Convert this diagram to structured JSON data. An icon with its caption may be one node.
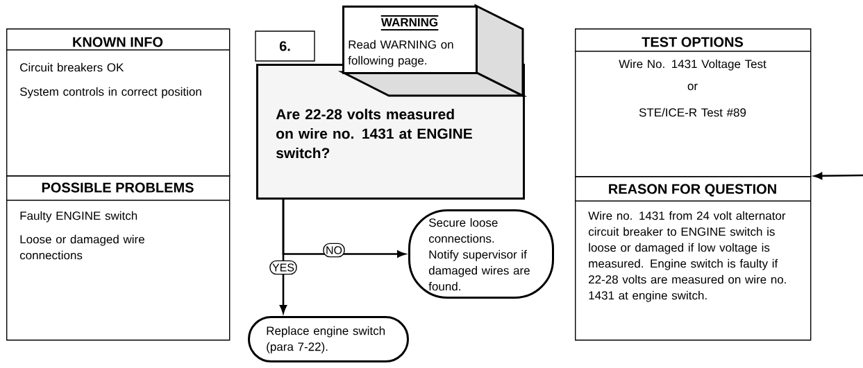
{
  "diagram": {
    "nodes": [
      {
        "text": [
          "KNOWN INFO",
          "Circuit breakers OK",
          "System controls in correct position"
        ]
      },
      {
        "text": [
          "POSSIBLE PROBLEMS",
          "Faulty ENGINE switch",
          "Loose or damaged wire connections"
        ]
      },
      {
        "text": [
          "6."
        ]
      },
      {
        "text": [
          "Are 22-28 volts measured on wire no. 1431 at ENGINE switch?"
        ]
      },
      {
        "text": [
          "WARNING",
          "Read WARNING on following page."
        ]
      },
      {
        "text": [
          "Secure loose connections. Notify supervisor if damaged wires are found."
        ]
      },
      {
        "text": [
          "Replace engine switch (para 7-22)."
        ]
      },
      {
        "text": [
          "TEST OPTIONS",
          "Wire No. 1431 Voltage Test",
          "or",
          "STE/ICE-R Test #89"
        ]
      },
      {
        "text": [
          "REASON FOR QUESTION",
          "Wire no. 1431 from 24 volt alternator circuit breaker to ENGINE switch is loose or damaged if low voltage is measured. Engine switch is faulty if 22-28 volts are measured on wire no. 1431 at engine switch."
        ]
      }
    ],
    "edges": [
      {
        "from": 3,
        "to": 5,
        "arrow": "to",
        "label": "NO"
      },
      {
        "from": 3,
        "to": 6,
        "arrow": "to",
        "label": "YES"
      },
      {
        "from": null,
        "to": 8,
        "arrow": "to"
      }
    ]
  }
}
